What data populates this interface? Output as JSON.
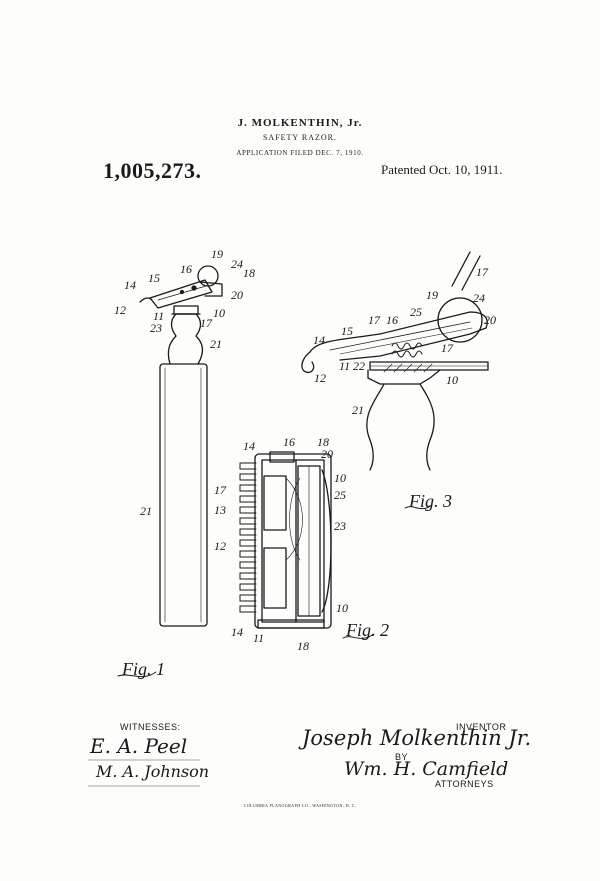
{
  "header": {
    "inventor": "J. MOLKENTHIN, Jr.",
    "title": "SAFETY RAZOR.",
    "filing": "APPLICATION FILED DEC. 7, 1910.",
    "patent_number": "1,005,273.",
    "patented": "Patented Oct. 10, 1911."
  },
  "figures": {
    "fig1": "Fig. 1",
    "fig2": "Fig. 2",
    "fig3": "Fig. 3"
  },
  "labels": {
    "fig1": [
      "19",
      "24",
      "18",
      "16",
      "15",
      "14",
      "12",
      "20",
      "11",
      "10",
      "23",
      "17",
      "21",
      "21"
    ],
    "fig2": [
      "14",
      "16",
      "18",
      "20",
      "17",
      "10",
      "13",
      "25",
      "23",
      "12",
      "10",
      "14",
      "11",
      "18"
    ],
    "fig3": [
      "17",
      "19",
      "24",
      "25",
      "20",
      "14",
      "15",
      "17",
      "16",
      "17",
      "12",
      "11",
      "22",
      "10",
      "21"
    ]
  },
  "signatures": {
    "witnesses_label": "WITNESSES:",
    "witness1": "E. A. Peel",
    "witness2": "M. A. Johnson",
    "inventor_label": "INVENTOR",
    "inventor_sig": "Joseph Molkenthin Jr.",
    "by": "BY",
    "attorney_sig": "Wm. H. Camfield",
    "attorneys_label": "ATTORNEYS"
  },
  "footer": "COLUMBIA PLANOGRAPH CO., WASHINGTON, D. C."
}
